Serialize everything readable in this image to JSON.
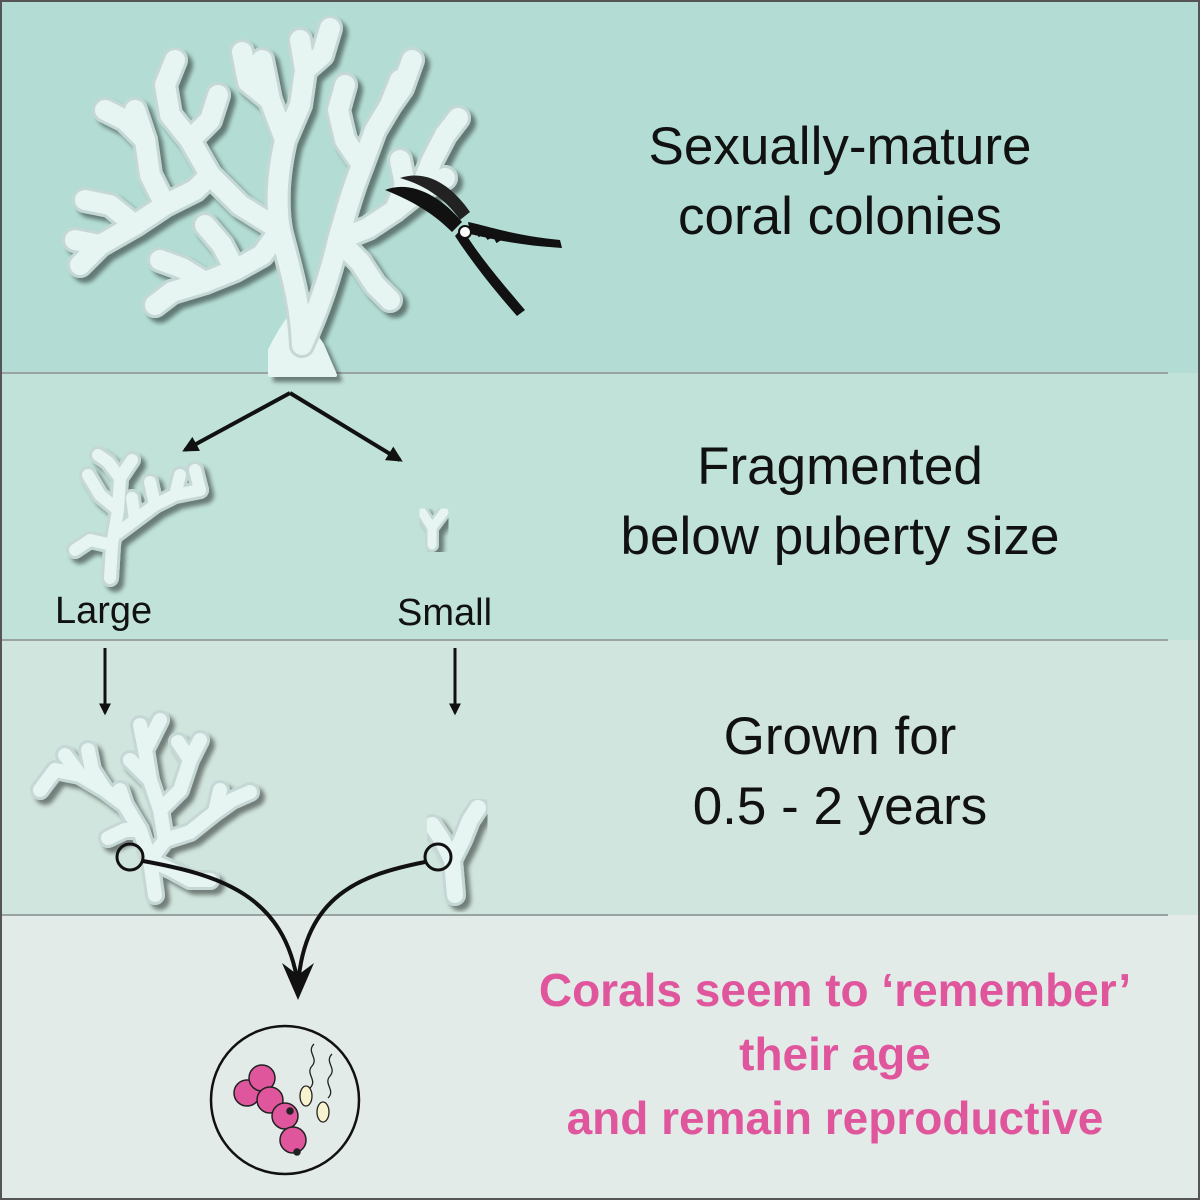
{
  "steps": [
    {
      "lines": [
        "Sexually-mature",
        "coral colonies"
      ]
    },
    {
      "lines": [
        "Fragmented",
        "below puberty size"
      ]
    },
    {
      "lines": [
        "Grown for",
        "0.5 - 2 years"
      ]
    }
  ],
  "fragment_labels": {
    "large": "Large",
    "small": "Small"
  },
  "conclusion": {
    "lines": [
      "Corals seem to ‘remember’",
      "their age",
      "and remain reproductive"
    ]
  },
  "colors": {
    "band_1": "#b3ddd4",
    "band_2": "#c0e2d8",
    "band_3": "#d0e5dd",
    "band_4": "#e3ebe8",
    "coral_fill": "#e6f4f2",
    "egg": "#e0569d",
    "sperm": "#f8f3cf",
    "conclusion_text": "#e0569d"
  }
}
